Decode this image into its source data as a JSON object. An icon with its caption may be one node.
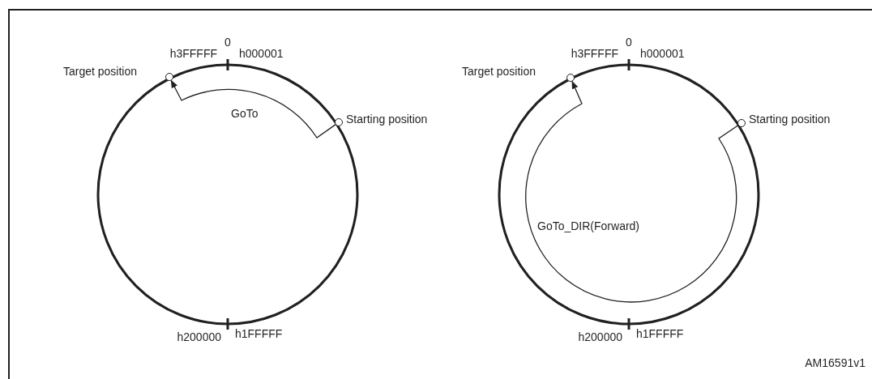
{
  "diagram": {
    "nodes": [
      {
        "text": [],
        "shape": "circle",
        "beside": [
          "Target position"
        ]
      },
      {
        "text": [],
        "shape": "circle",
        "beside": [
          "Starting position"
        ]
      },
      {
        "text": [],
        "shape": "circle",
        "beside": [
          "Target position"
        ]
      },
      {
        "text": [],
        "shape": "circle",
        "beside": [
          "Starting position"
        ]
      }
    ],
    "edges": [
      {
        "from": 1,
        "to": 0,
        "arrow": "to",
        "label": "GoTo"
      },
      {
        "from": 3,
        "to": 2,
        "arrow": "to",
        "label": "GoTo_DIR(Forward)"
      }
    ],
    "labels": [
      "h3FFFFF",
      "0",
      "h000001",
      "h3FFFFF",
      "0",
      "h000001",
      "h200000",
      "h1FFFFF",
      "h200000",
      "h1FFFFF",
      "AM16591v1"
    ]
  }
}
